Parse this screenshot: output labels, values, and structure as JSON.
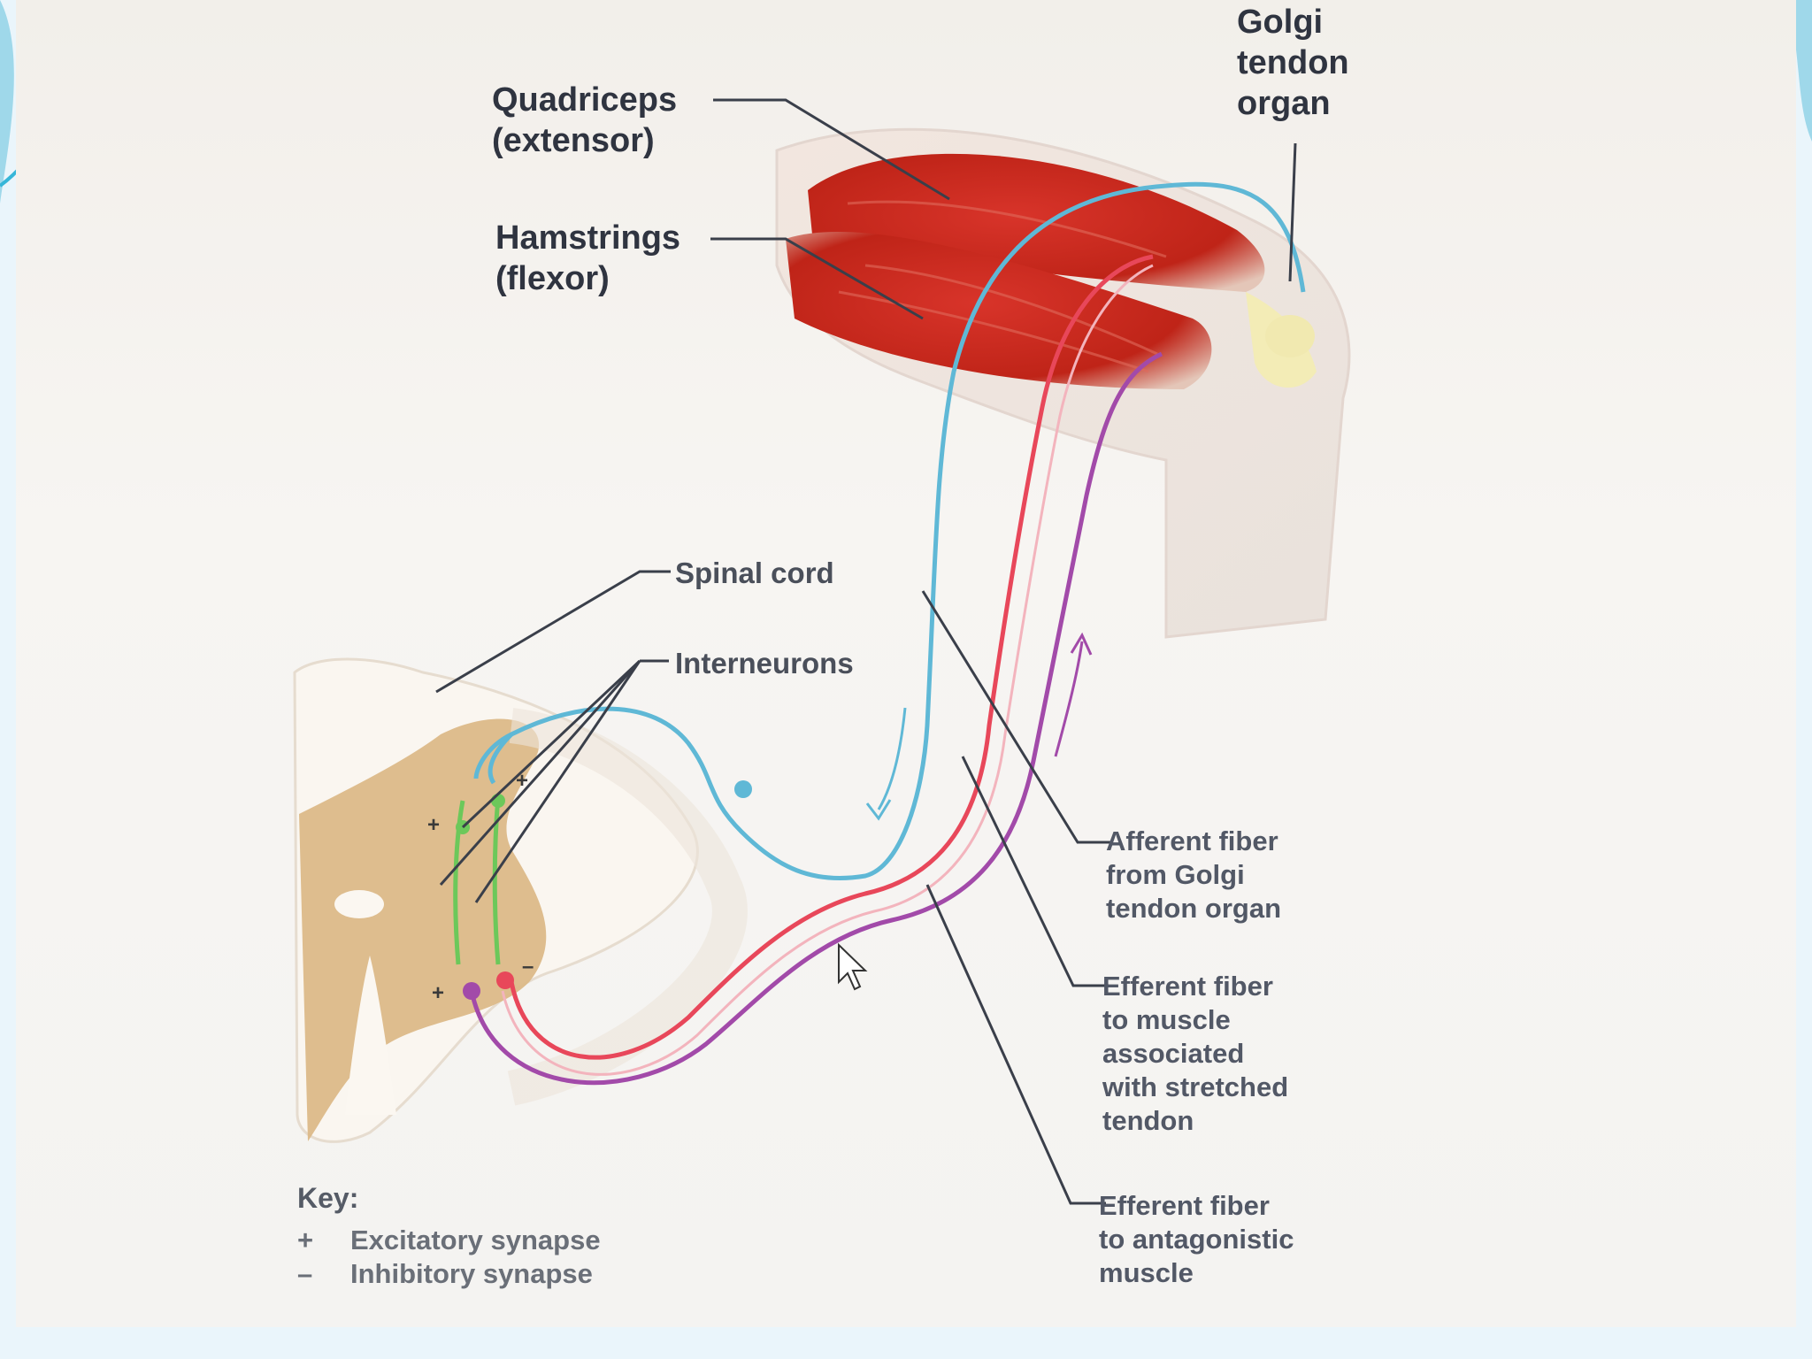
{
  "labels": {
    "quadriceps": "Quadriceps\n(extensor)",
    "hamstrings": "Hamstrings\n(flexor)",
    "golgi_tendon_organ": "Golgi\ntendon\norgan",
    "spinal_cord": "Spinal cord",
    "interneurons": "Interneurons",
    "afferent_fiber": "Afferent fiber\nfrom Golgi\ntendon organ",
    "efferent_stretched": "Efferent fiber\nto muscle\nassociated\nwith stretched\ntendon",
    "efferent_antagonistic": "Efferent fiber\nto antagonistic\nmuscle"
  },
  "key": {
    "title": "Key:",
    "items": [
      {
        "symbol": "+",
        "label": "Excitatory synapse"
      },
      {
        "symbol": "–",
        "label": "Inhibitory synapse"
      }
    ]
  },
  "synapse_marks": {
    "plus": "+",
    "minus": "–"
  },
  "colors": {
    "afferent": "#5fb8d6",
    "efferent_stretched": "#e8475a",
    "efferent_antagonistic": "#a24aa9",
    "interneuron": "#6cc85a",
    "muscle": "#c8281f",
    "gray_matter": "#dcb988",
    "slide_accent": "#36b6d8"
  }
}
